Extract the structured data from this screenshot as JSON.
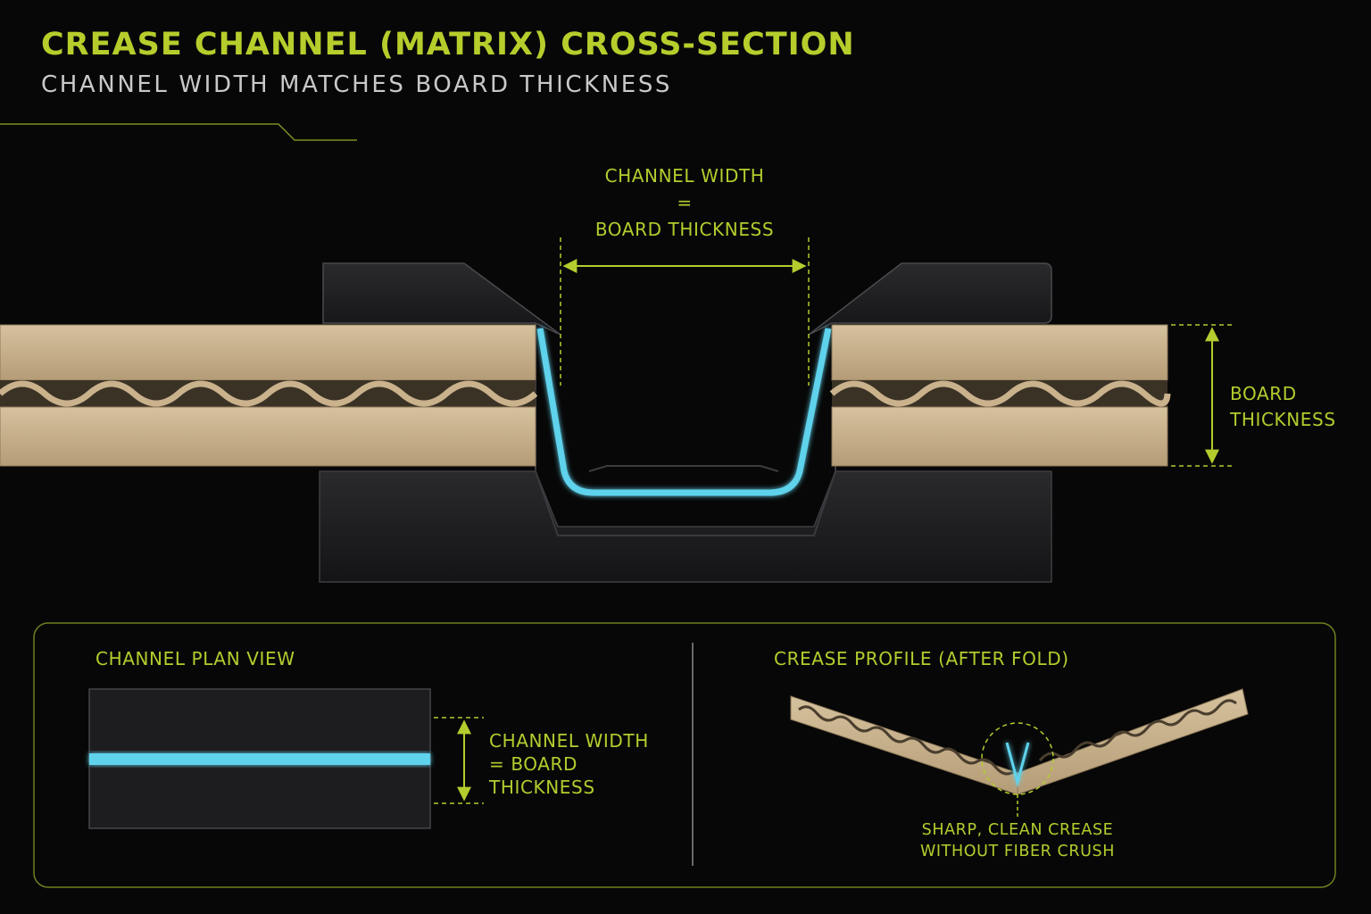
{
  "header": {
    "title": "CREASE CHANNEL (MATRIX) CROSS-SECTION",
    "subtitle": "CHANNEL WIDTH MATCHES BOARD THICKNESS"
  },
  "cross_section": {
    "channel_width_label": "CHANNEL WIDTH",
    "equals": "=",
    "board_thickness_label": "BOARD THICKNESS",
    "side_label_line1": "BOARD",
    "side_label_line2": "THICKNESS"
  },
  "plan_view": {
    "title": "CHANNEL PLAN VIEW",
    "label_line1": "CHANNEL WIDTH",
    "label_line2": "= BOARD",
    "label_line3": "THICKNESS"
  },
  "crease_profile": {
    "title": "CREASE PROFILE (AFTER FOLD)",
    "note_line1": "SHARP, CLEAN CREASE",
    "note_line2": "WITHOUT FIBER CRUSH"
  },
  "colors": {
    "accent": "#b4cc2e",
    "glow": "#5fd2ec",
    "board": "#c6b08c",
    "die": "#1a1a1c"
  }
}
